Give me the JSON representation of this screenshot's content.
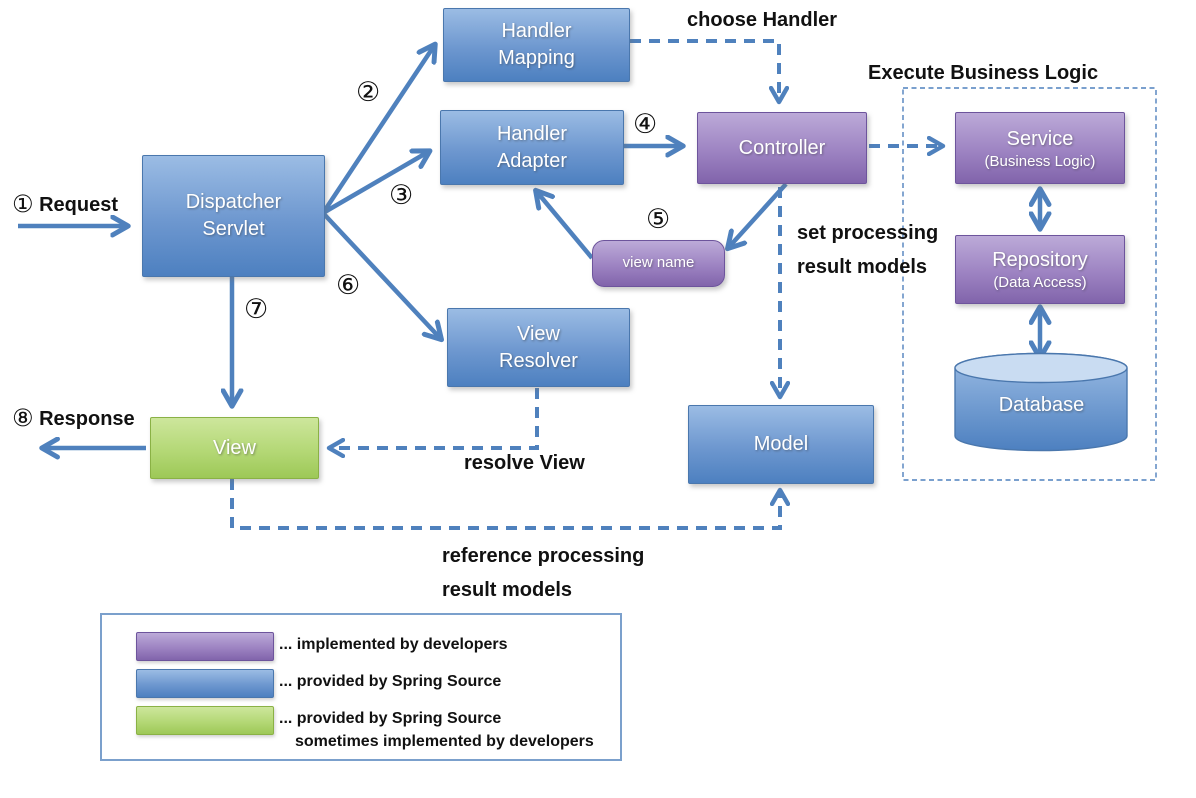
{
  "colors": {
    "blue_top": "#9bbce4",
    "blue_bottom": "#4d80c0",
    "purple_top": "#bcaad8",
    "purple_bottom": "#8164ab",
    "green_top": "#cde69c",
    "green_bottom": "#9dc857",
    "arrow": "#4f81bd"
  },
  "nodes": {
    "dispatcher_servlet": {
      "lines": [
        "Dispatcher",
        "Servlet"
      ]
    },
    "handler_mapping": {
      "lines": [
        "Handler",
        "Mapping"
      ]
    },
    "handler_adapter": {
      "lines": [
        "Handler",
        "Adapter"
      ]
    },
    "controller": {
      "label": "Controller"
    },
    "view_name": {
      "label": "view name"
    },
    "view_resolver": {
      "lines": [
        "View",
        "Resolver"
      ]
    },
    "view": {
      "label": "View"
    },
    "model": {
      "label": "Model"
    },
    "service": {
      "label": "Service",
      "sublabel": "(Business Logic)"
    },
    "repository": {
      "label": "Repository",
      "sublabel": "(Data Access)"
    },
    "database": {
      "label": "Database"
    }
  },
  "annotations": {
    "request": {
      "num": "①",
      "label": " Request"
    },
    "response": {
      "num": "⑧",
      "label": " Response"
    },
    "choose_handler": "choose Handler",
    "execute_business_logic": "Execute Business Logic",
    "set_processing_line1": "set processing",
    "set_processing_line2": "result models",
    "resolve_view": "resolve View",
    "reference_line1": "reference processing",
    "reference_line2": "result models",
    "step2": "②",
    "step3": "③",
    "step4": "④",
    "step5": "⑤",
    "step6": "⑥",
    "step7": "⑦"
  },
  "legend": {
    "item1": "... implemented by developers",
    "item2": "... provided by Spring Source",
    "item3_line1": "... provided by Spring Source",
    "item3_line2": "sometimes implemented by developers"
  }
}
